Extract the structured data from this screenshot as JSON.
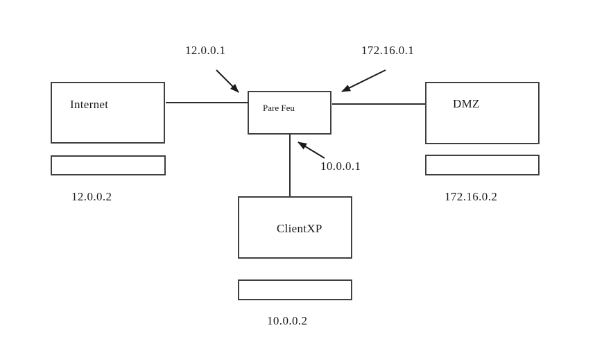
{
  "diagram": {
    "nodes": {
      "internet": {
        "label": "Internet",
        "ip": "12.0.0.2"
      },
      "firewall": {
        "label": "Pare Feu"
      },
      "dmz": {
        "label": "DMZ",
        "ip": "172.16.0.2"
      },
      "client": {
        "label": "ClientXP",
        "ip": "10.0.0.2"
      }
    },
    "interfaces": {
      "internet_side": "12.0.0.1",
      "dmz_side": "172.16.0.1",
      "client_side": "10.0.0.1"
    },
    "colors": {
      "box_border": "#3f3f3f",
      "line": "#2e2e2e",
      "text": "#1a1a1a",
      "background": "#ffffff"
    }
  }
}
